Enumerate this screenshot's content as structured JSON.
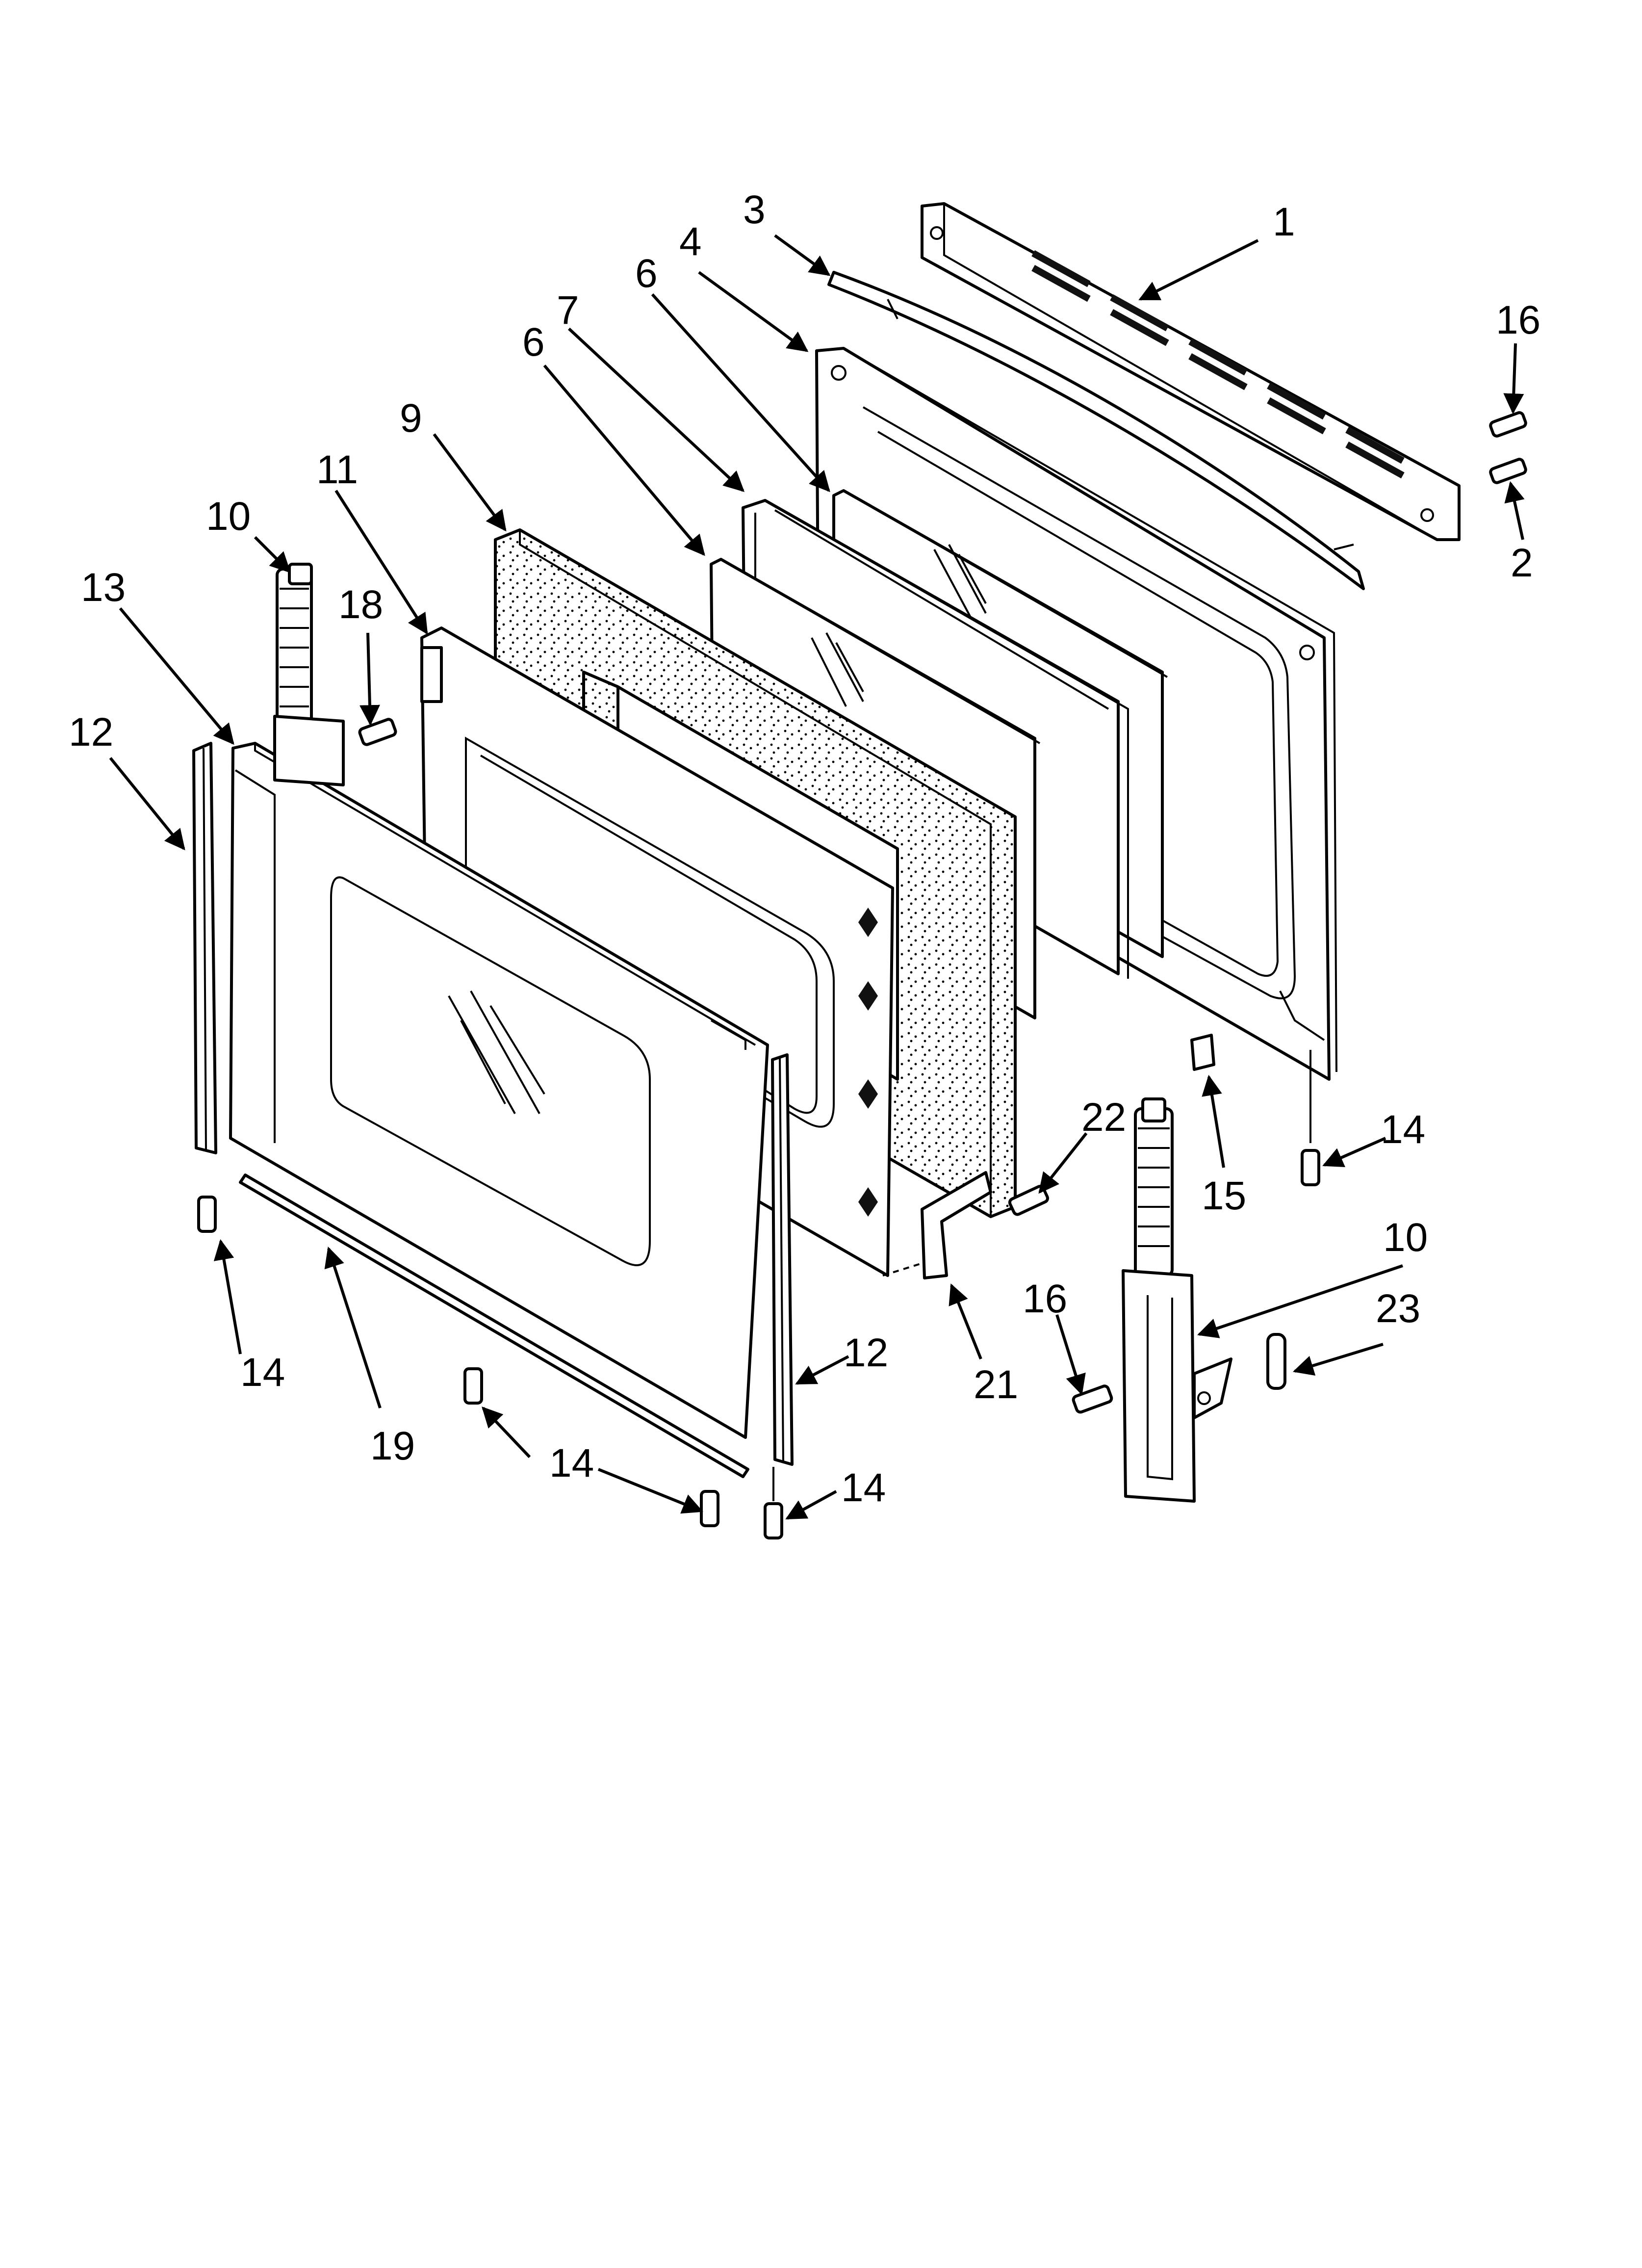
{
  "callouts": [
    {
      "id": "c1",
      "text": "1"
    },
    {
      "id": "c2",
      "text": "2"
    },
    {
      "id": "c3",
      "text": "3"
    },
    {
      "id": "c4",
      "text": "4"
    },
    {
      "id": "c6a",
      "text": "6"
    },
    {
      "id": "c6b",
      "text": "6"
    },
    {
      "id": "c7",
      "text": "7"
    },
    {
      "id": "c9",
      "text": "9"
    },
    {
      "id": "c10a",
      "text": "10"
    },
    {
      "id": "c10b",
      "text": "10"
    },
    {
      "id": "c11",
      "text": "11"
    },
    {
      "id": "c12a",
      "text": "12"
    },
    {
      "id": "c12b",
      "text": "12"
    },
    {
      "id": "c13",
      "text": "13"
    },
    {
      "id": "c14a",
      "text": "14"
    },
    {
      "id": "c14b",
      "text": "14"
    },
    {
      "id": "c14c",
      "text": "14"
    },
    {
      "id": "c14d",
      "text": "14"
    },
    {
      "id": "c15",
      "text": "15"
    },
    {
      "id": "c16a",
      "text": "16"
    },
    {
      "id": "c16b",
      "text": "16"
    },
    {
      "id": "c18",
      "text": "18"
    },
    {
      "id": "c19",
      "text": "19"
    },
    {
      "id": "c21",
      "text": "21"
    },
    {
      "id": "c22",
      "text": "22"
    },
    {
      "id": "c23",
      "text": "23"
    }
  ]
}
